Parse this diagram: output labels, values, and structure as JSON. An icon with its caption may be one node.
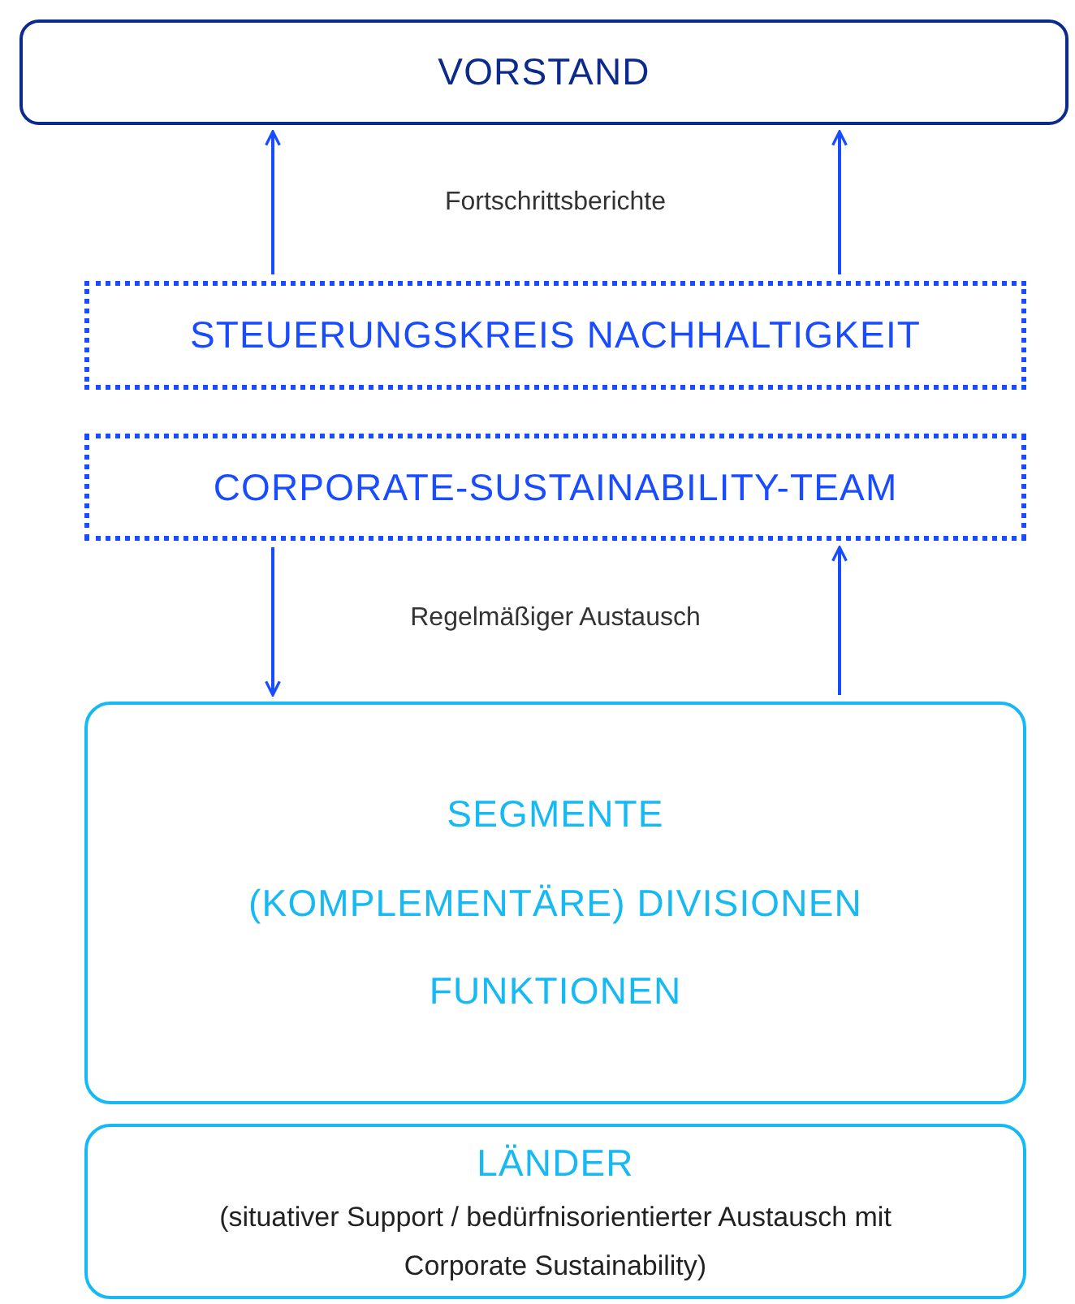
{
  "diagram": {
    "nodes": [
      {
        "text": [
          "VORSTAND"
        ]
      },
      {
        "text": [
          "STEUERUNGSKREIS NACHHALTIGKEIT"
        ]
      },
      {
        "text": [
          "CORPORATE-SUSTAINABILITY-TEAM"
        ]
      },
      {
        "text": [
          "SEGMENTE",
          "(KOMPLEMENTÄRE) DIVISIONEN",
          "FUNKTIONEN"
        ]
      },
      {
        "text": [
          "LÄNDER",
          "(situativer Support / bedürfnisorientierter Austausch mit Corporate Sustainability)"
        ]
      }
    ],
    "edges": [
      {
        "from": 1,
        "to": 0,
        "arrow": "to"
      },
      {
        "from": 1,
        "to": 0,
        "arrow": "to"
      },
      {
        "from": 2,
        "to": 3,
        "arrow": "to"
      },
      {
        "from": 3,
        "to": 2,
        "arrow": "to"
      }
    ],
    "labels": [
      "Fortschrittsberichte",
      "Regelmäßiger Austausch"
    ]
  }
}
